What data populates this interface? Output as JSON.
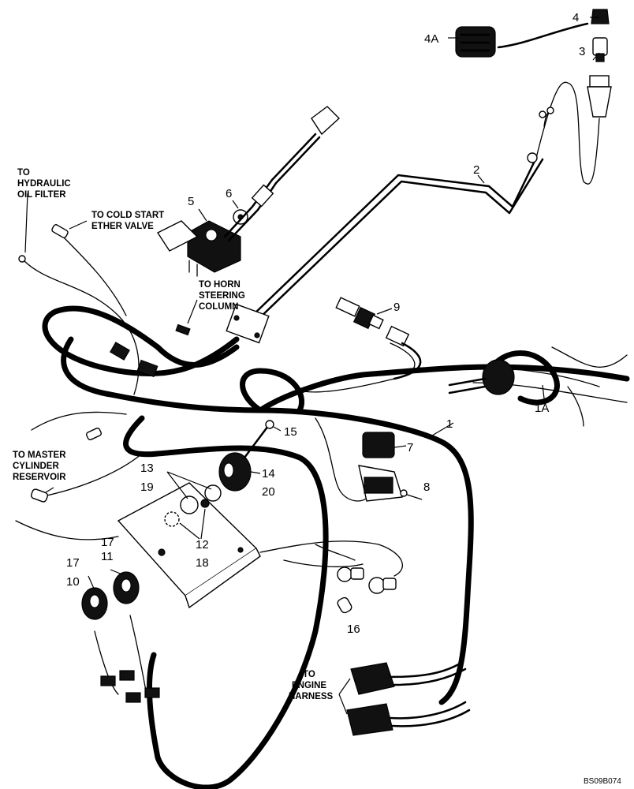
{
  "figure_id": "BS09B074",
  "callouts": {
    "c1": "1",
    "c1a": "1A",
    "c2": "2",
    "c3": "3",
    "c4": "4",
    "c4a": "4A",
    "c5": "5",
    "c6": "6",
    "c7": "7",
    "c8": "8",
    "c9": "9",
    "c10": "10",
    "c11": "11",
    "c12": "12",
    "c13": "13",
    "c14": "14",
    "c15": "15",
    "c16": "16",
    "c17a": "17",
    "c17b": "17",
    "c18": "18",
    "c19": "19",
    "c20": "20"
  },
  "notes": {
    "hyd_1": "TO",
    "hyd_2": "HYDRAULIC",
    "hyd_3": "OIL FILTER",
    "ether_1": "TO COLD START",
    "ether_2": "ETHER VALVE",
    "horn_1": "TO HORN",
    "horn_2": "STEERING",
    "horn_3": "COLUMN",
    "master_1": "TO MASTER",
    "master_2": "CYLINDER",
    "master_3": "RESERVOIR",
    "engine_1": "TO",
    "engine_2": "ENGINE",
    "engine_3": "HARNESS"
  }
}
